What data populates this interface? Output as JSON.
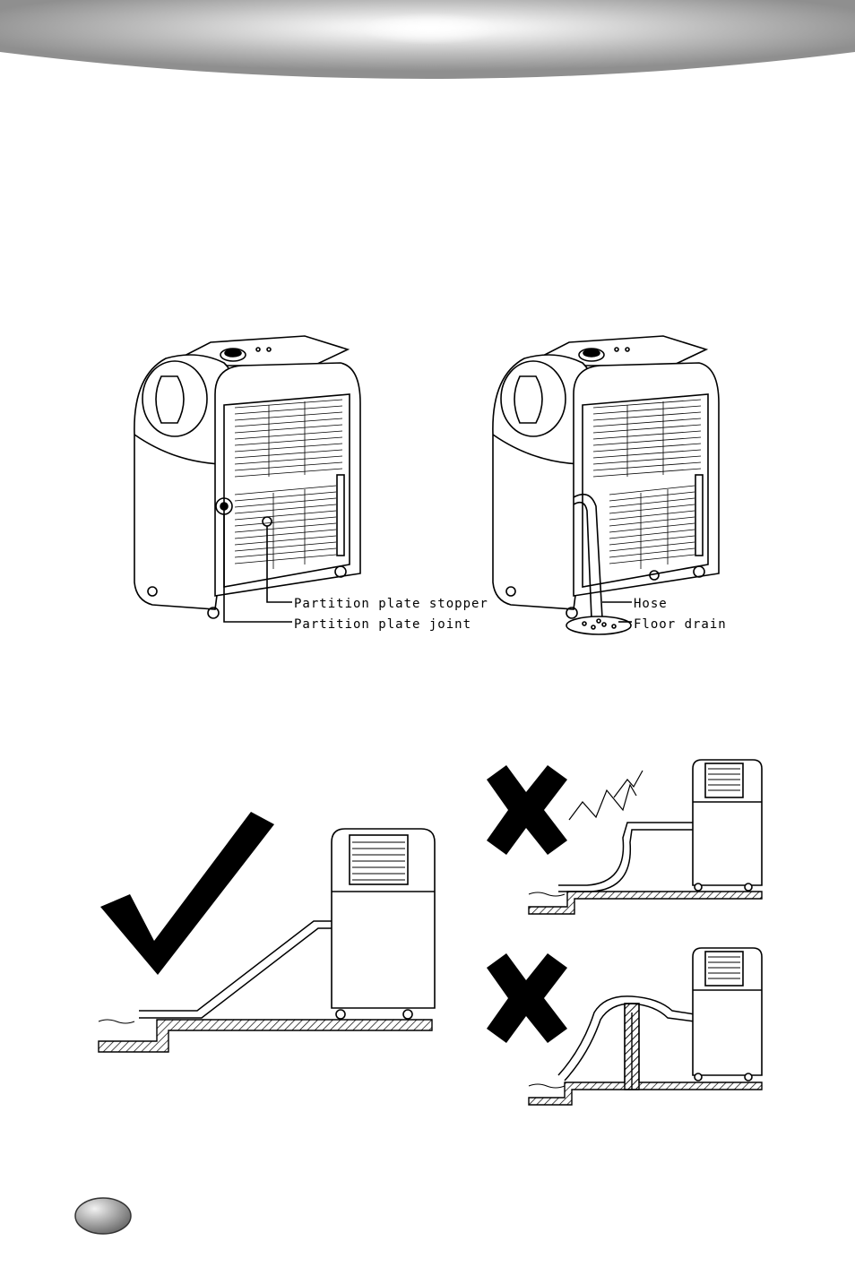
{
  "figure_1": {
    "callouts": [
      {
        "id": "stopper",
        "text": "Partition plate stopper"
      },
      {
        "id": "joint",
        "text": "Partition plate joint"
      }
    ]
  },
  "figure_2": {
    "callouts": [
      {
        "id": "hose",
        "text": "Hose"
      },
      {
        "id": "floor_drain",
        "text": "Floor drain"
      }
    ]
  },
  "figure_3": {
    "marks": [
      "check-mark-icon",
      "cross-mark-icon",
      "cross-mark-icon"
    ]
  },
  "colors": {
    "line": "#000000",
    "header_light": "#ffffff",
    "header_dark": "#9a9a9a",
    "badge": "#8c8c8c"
  }
}
